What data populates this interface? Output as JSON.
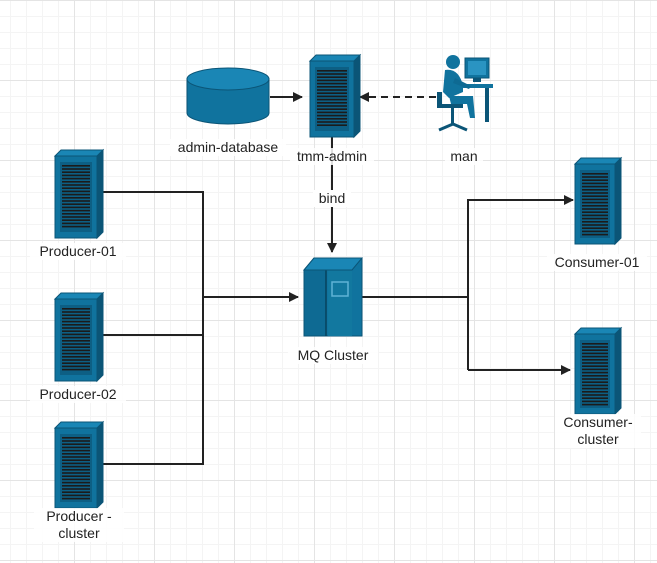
{
  "nodes": {
    "admin_database": "admin-database",
    "tmm_admin": "tmm-admin",
    "man": "man",
    "producer_01": "Producer-01",
    "producer_02": "Producer-02",
    "producer_cluster": "Producer -\ncluster",
    "mq_cluster": "MQ Cluster",
    "consumer_01": "Consumer-01",
    "consumer_cluster": "Consumer-\ncluster"
  },
  "edges": {
    "bind": "bind"
  },
  "colors": {
    "node_fill": "#10739e",
    "node_stroke": "#0b5577",
    "line": "#222222"
  }
}
